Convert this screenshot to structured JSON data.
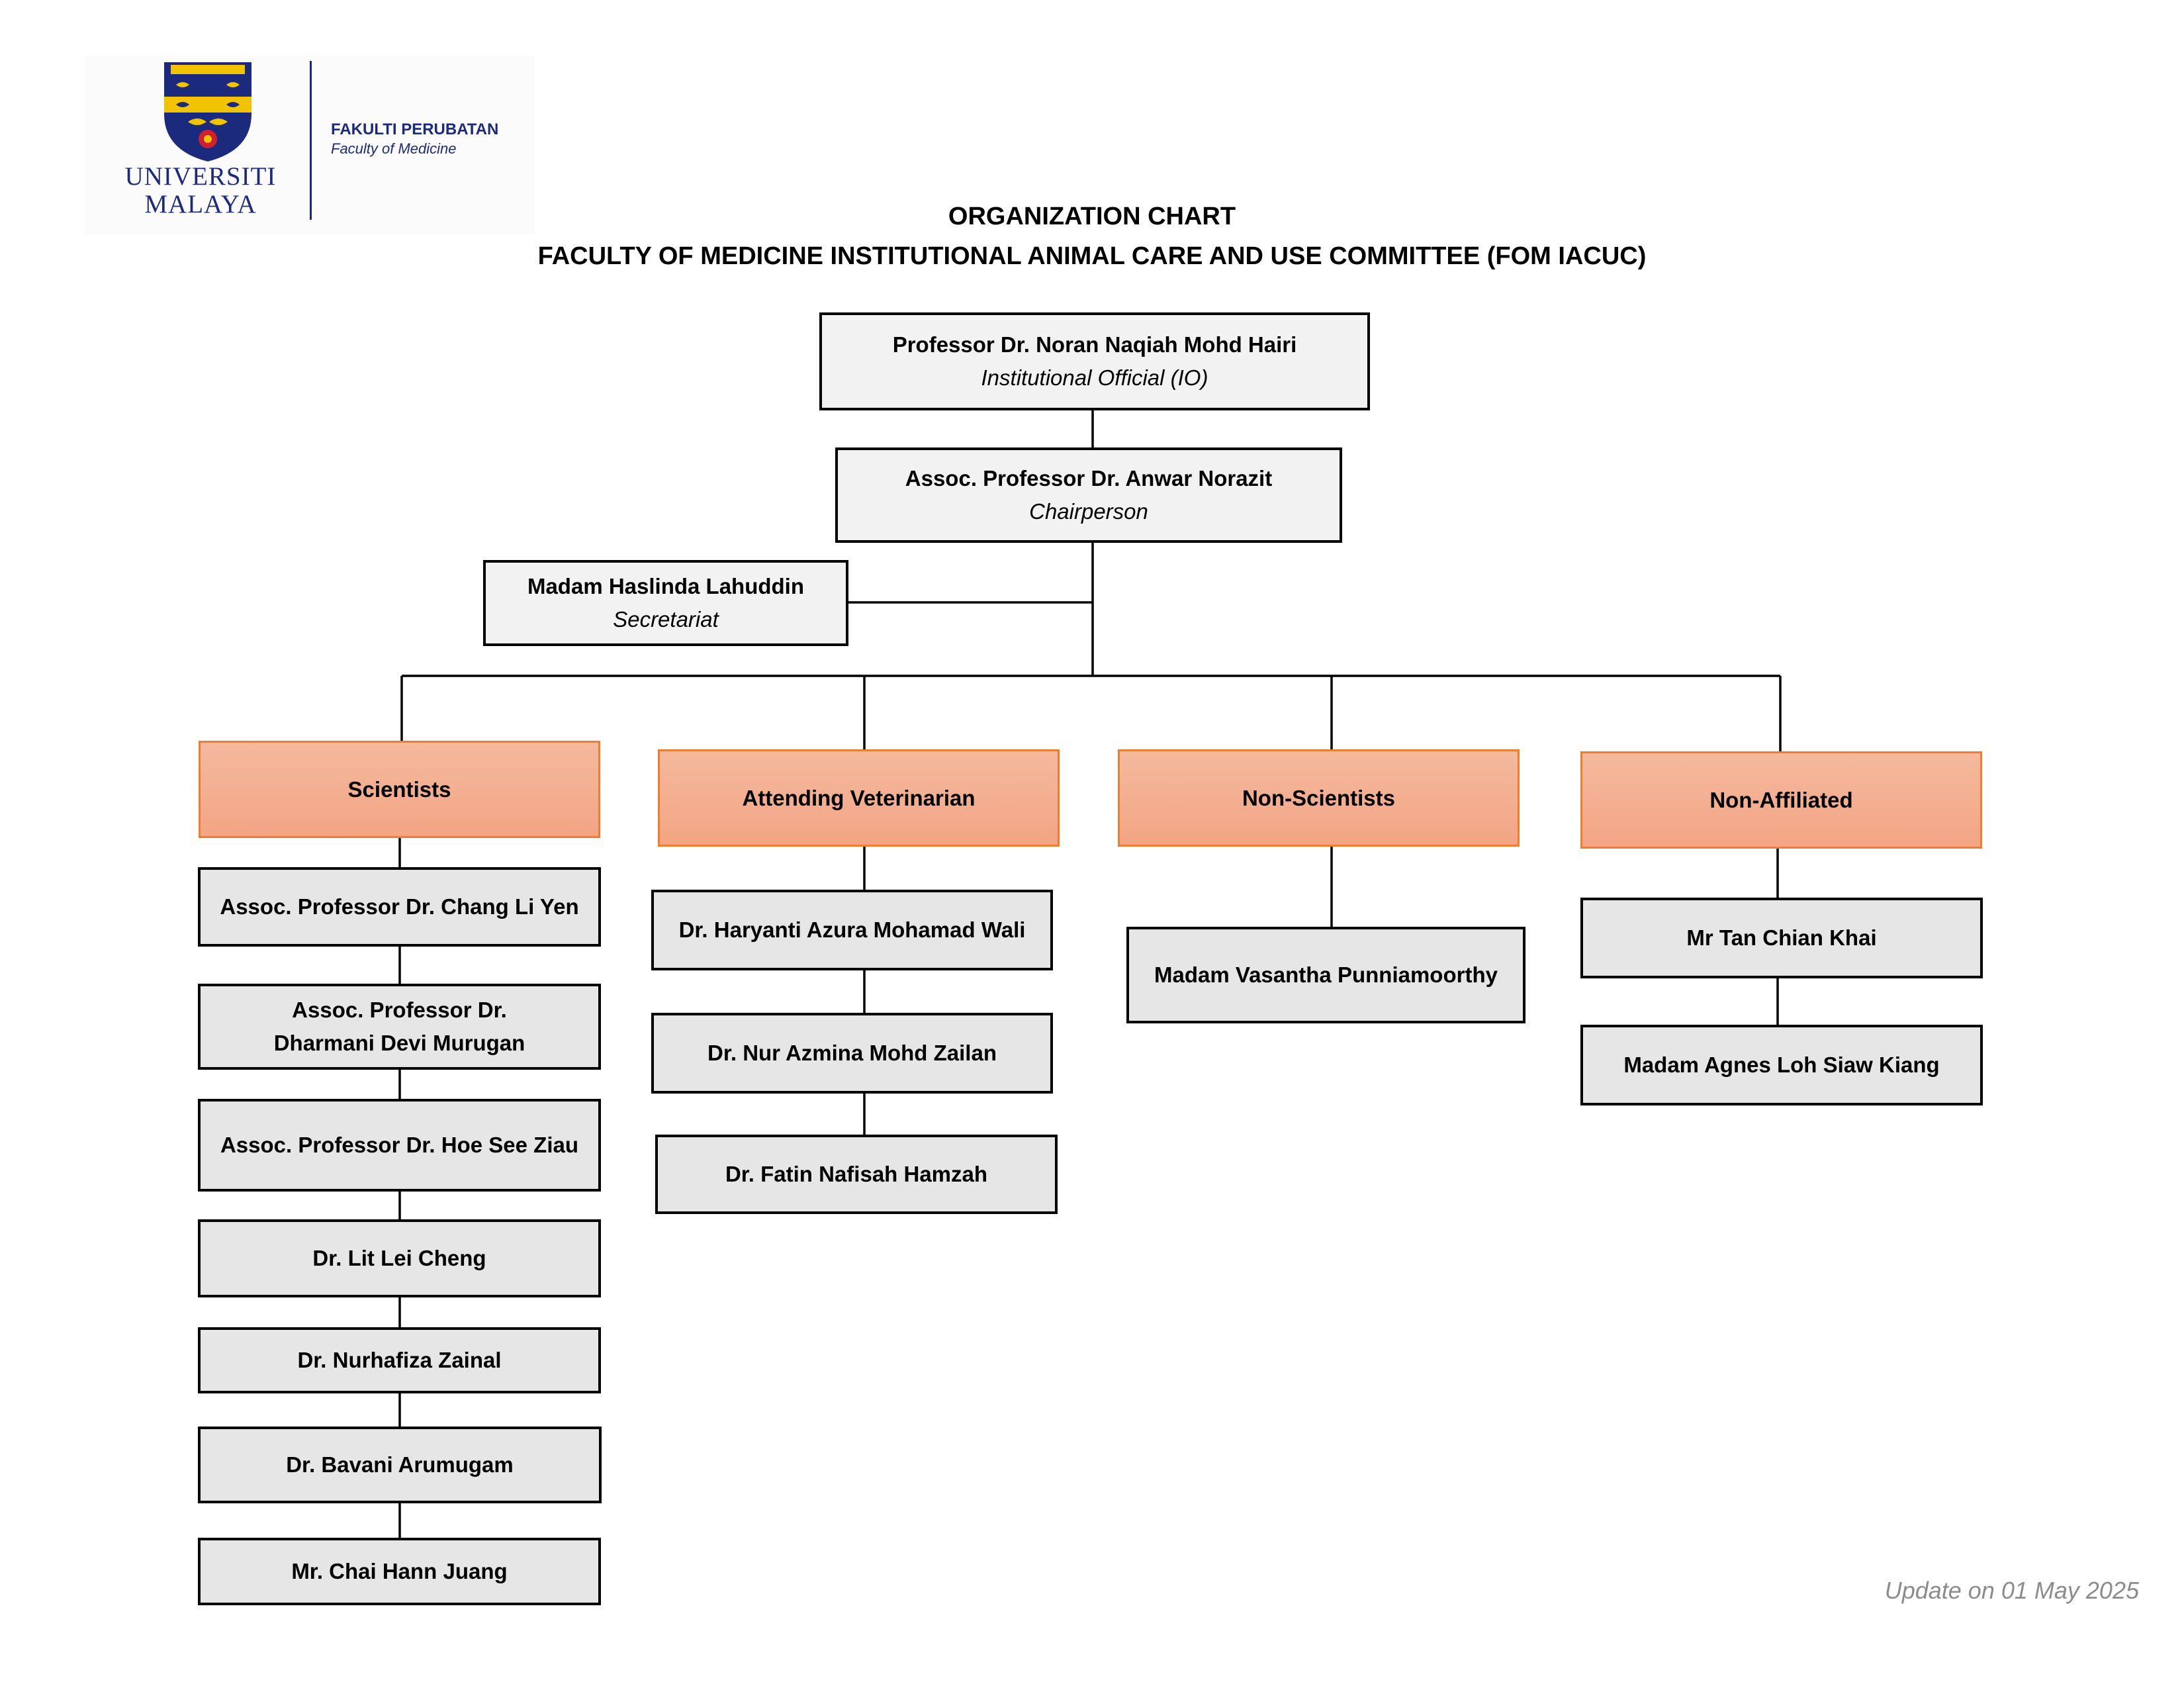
{
  "logo": {
    "university_line1": "UNIVERSITI",
    "university_line2": "MALAYA",
    "faculty_name": "FAKULTI PERUBATAN",
    "faculty_name_en": "Faculty of Medicine"
  },
  "title": "ORGANIZATION CHART",
  "subtitle": "FACULTY OF MEDICINE INSTITUTIONAL ANIMAL CARE AND USE COMMITTEE (FOM IACUC)",
  "io": {
    "name": "Professor Dr. Noran Naqiah Mohd Hairi",
    "role": "Institutional Official (IO)"
  },
  "chair": {
    "name": "Assoc. Professor Dr. Anwar Norazit",
    "role": "Chairperson"
  },
  "secretariat": {
    "name": "Madam Haslinda Lahuddin",
    "role": "Secretariat"
  },
  "categories": [
    {
      "label": "Scientists",
      "members": [
        "Assoc. Professor Dr. Chang Li Yen",
        "Assoc. Professor Dr. Dharmani Devi Murugan",
        "Assoc. Professor Dr. Hoe See Ziau",
        "Dr. Lit Lei Cheng",
        "Dr. Nurhafiza Zainal",
        "Dr. Bavani Arumugam",
        "Mr. Chai Hann Juang"
      ]
    },
    {
      "label": "Attending Veterinarian",
      "members": [
        "Dr. Haryanti Azura Mohamad Wali",
        "Dr. Nur Azmina Mohd Zailan",
        "Dr. Fatin Nafisah Hamzah"
      ]
    },
    {
      "label": "Non-Scientists",
      "members": [
        "Madam Vasantha Punniamoorthy"
      ]
    },
    {
      "label": "Non-Affiliated",
      "members": [
        "Mr Tan Chian Khai",
        "Madam Agnes Loh Siaw Kiang"
      ]
    }
  ],
  "footnote": "Update on 01 May 2025",
  "colors": {
    "category_fill": "#f4ae8f",
    "category_border": "#ed7d31",
    "member_fill": "#e6e6e6",
    "top_fill": "#f2f2f2",
    "logo_blue": "#1c2a7e",
    "footnote": "#8c8c8c"
  }
}
